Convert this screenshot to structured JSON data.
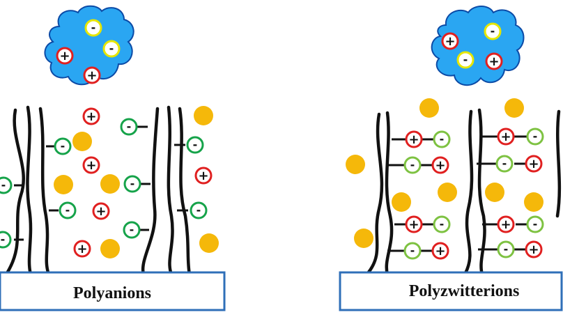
{
  "colors": {
    "cloud_fill": "#2aa6f2",
    "cloud_stroke": "#0b4aa6",
    "positive_ring": "#e02020",
    "negative_ring_left": "#16a34a",
    "negative_ring_right": "#7ec242",
    "negative_ring_cloud": "#e6e600",
    "counterion": "#f5b80a",
    "chain": "#111111",
    "substrate_border": "#2f6fb8"
  },
  "symbols": {
    "positive": "+",
    "negative": "-"
  },
  "panels": [
    {
      "id": "polyanions",
      "label": "Polyanions"
    },
    {
      "id": "polyzwitterions",
      "label": "Polyzwitterions"
    }
  ]
}
